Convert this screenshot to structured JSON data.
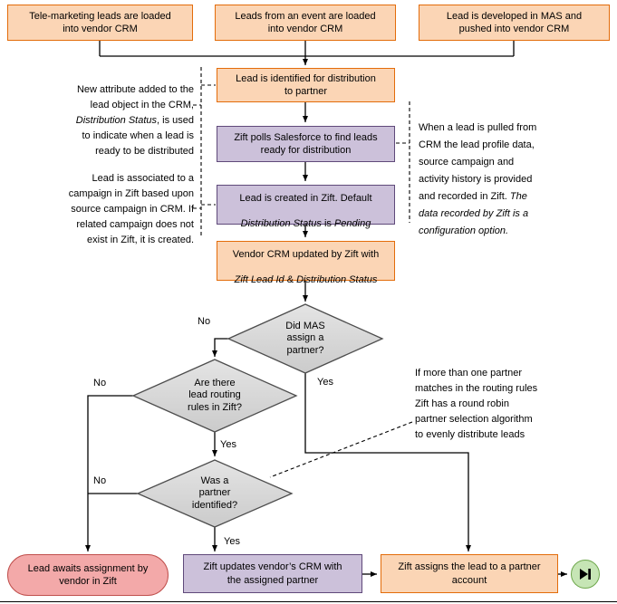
{
  "colors": {
    "orange-fill": "#FBD5B5",
    "orange-border": "#E36C0A",
    "purple-fill": "#CCC1DA",
    "purple-border": "#5F497A",
    "gray-fill": "#D9D9D9",
    "gray-border": "#4D4D4D",
    "pink-fill": "#F3A9A9",
    "pink-border": "#C0504D",
    "green-fill": "#C6E5B5",
    "green-border": "#6FA84D",
    "line": "#000000"
  },
  "sources": {
    "telemarketing": "Tele-marketing leads are loaded\ninto vendor CRM",
    "event": "Leads from an event are loaded\ninto vendor CRM",
    "mas": "Lead is developed in MAS and\npushed into vendor CRM"
  },
  "process": {
    "identify": "Lead is identified for distribution\nto partner",
    "poll": "Zift polls Salesforce to find leads\nready for distribution",
    "create_line1": "Lead is created in Zift.  Default",
    "create_italic1": "Distribution Status",
    "create_mid": " is ",
    "create_italic2": "Pending",
    "update_line1": "Vendor CRM updated by Zift with",
    "update_italic1": "Zift Lead Id",
    "update_mid": " & ",
    "update_italic2": "Distribution Status"
  },
  "decisions": {
    "mas_assign": "Did MAS\nassign a\npartner?",
    "routing_rules": "Are there\nlead routing\nrules in Zift?",
    "partner_identified": "Was a\npartner\nidentified?"
  },
  "branch_labels": {
    "no": "No",
    "yes": "Yes"
  },
  "notes": {
    "left1_part1": "New attribute added to the\nlead object in the CRM,\n",
    "left1_italic": "Distribution Status",
    "left1_part2": ", is used\nto indicate when a lead is\nready to be distributed",
    "left2": "Lead is associated to a\ncampaign in Zift based upon\nsource campaign in CRM. If\nrelated campaign does not\nexist in Zift, it is created.",
    "right1_part1": "When a lead is pulled from\nCRM the lead profile data,\nsource campaign and\nactivity history is provided\nand recorded in Zift. ",
    "right1_italic": "The\ndata recorded by Zift is a\nconfiguration option.",
    "right2": "If more than one partner\nmatches in the routing rules\nZift has a round robin\npartner selection algorithm\nto evenly distribute leads"
  },
  "outcomes": {
    "await": "Lead awaits assignment by\nvendor in Zift",
    "update_crm": "Zift updates vendor’s CRM with\nthe assigned partner",
    "assign": "Zift assigns the lead to a partner\naccount"
  }
}
